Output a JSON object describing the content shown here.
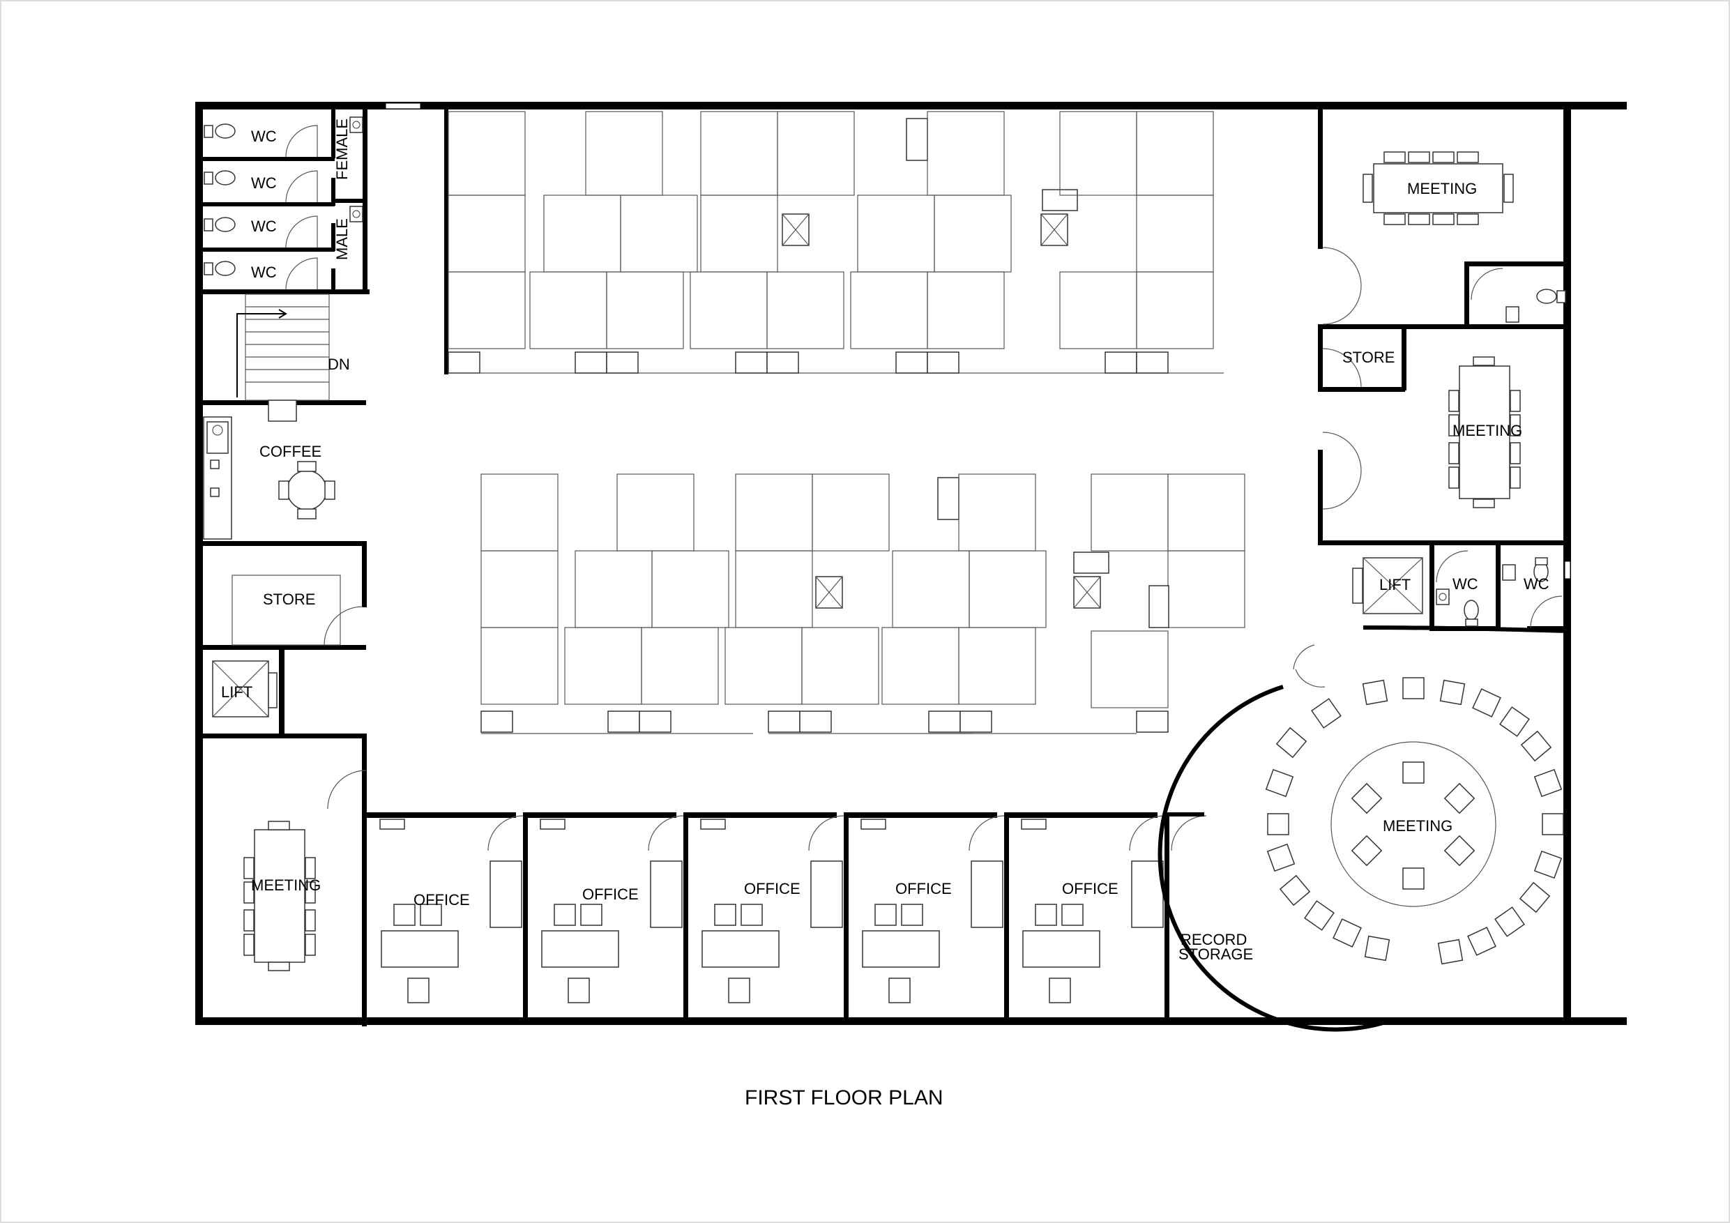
{
  "title": "FIRST FLOOR PLAN",
  "rooms": {
    "wc_1": "WC",
    "wc_2": "WC",
    "wc_3": "WC",
    "wc_4": "WC",
    "female": "FEMALE",
    "male": "MALE",
    "stair_dn": "DN",
    "coffee": "COFFEE",
    "store_left": "STORE",
    "lift_left": "LIFT",
    "meeting_left": "MEETING",
    "office_1": "OFFICE",
    "office_2": "OFFICE",
    "office_3": "OFFICE",
    "office_4": "OFFICE",
    "office_5": "OFFICE",
    "record_storage_1": "RECORD",
    "record_storage_2": "STORAGE",
    "meeting_top_right": "MEETING",
    "store_right": "STORE",
    "meeting_right": "MEETING",
    "lift_right": "LIFT",
    "wc_right_1": "WC",
    "wc_right_2": "WC",
    "meeting_round": "MEETING"
  },
  "colors": {
    "wall": "#000000",
    "paper": "#ffffff",
    "line": "#333333"
  }
}
